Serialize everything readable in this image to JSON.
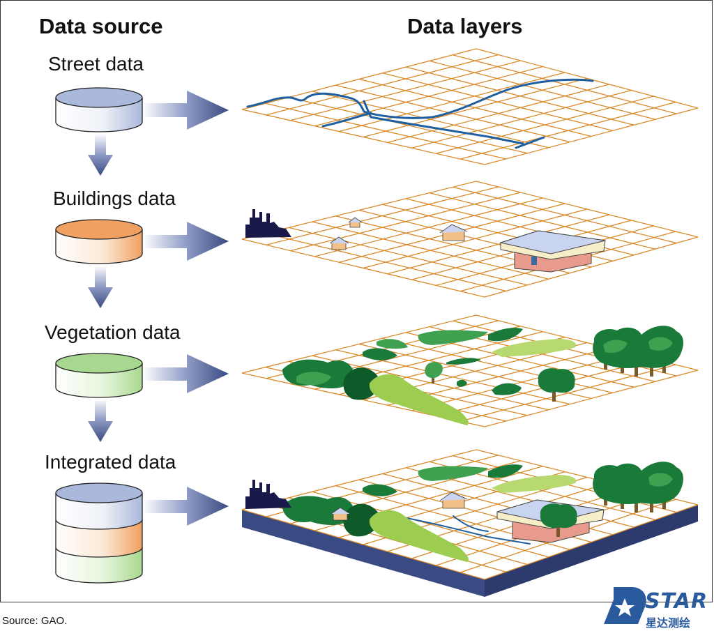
{
  "headers": {
    "source": "Data source",
    "layers": "Data layers"
  },
  "sources": [
    {
      "label": "Street data"
    },
    {
      "label": "Buildings data"
    },
    {
      "label": "Vegetation data"
    },
    {
      "label": "Integrated data"
    }
  ],
  "footer": {
    "source_note": "Source: GAO."
  },
  "logo": {
    "text": "STAR",
    "subtitle": "星达测绘"
  },
  "colors": {
    "arrow": "#3a4a82",
    "grid": "#d98a2a",
    "street": "#1f5fa0",
    "db_street": "#aab8dc",
    "db_buildings": "#f0a060",
    "db_vegetation": "#a8d890",
    "tree_dark": "#1a7a3a",
    "tree_light": "#9ccc50",
    "base": "#3a4a82"
  }
}
